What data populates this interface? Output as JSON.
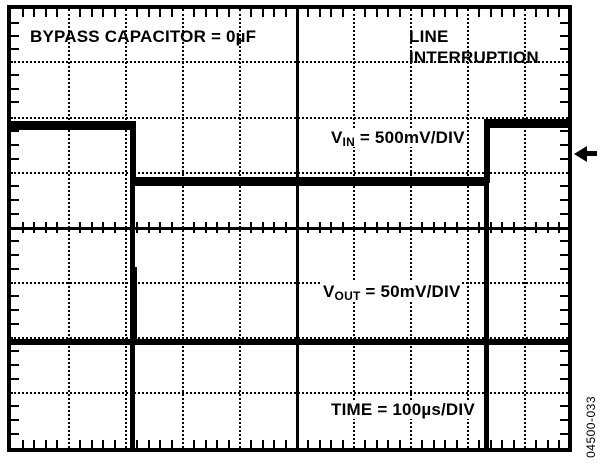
{
  "figure": {
    "id_caption": "04500-033",
    "kind": "oscilloscope-capture"
  },
  "annotations": {
    "bypass_capacitor": "BYPASS CAPACITOR = 0µF",
    "line_interruption_l1": "LINE",
    "line_interruption_l2": "INTERRUPTION",
    "vin_prefix": "V",
    "vin_sub": "IN",
    "vin_value": " = 500mV/DIV",
    "vout_prefix": "V",
    "vout_sub": "OUT",
    "vout_value": " = 50mV/DIV",
    "time_label": "TIME = 100µs/DIV"
  },
  "chart_data": {
    "type": "line",
    "title": "BYPASS CAPACITOR = 0µF",
    "annotation": "LINE INTERRUPTION",
    "xlabel": "TIME = 100µs/DIV",
    "ylabel": "",
    "grid": true,
    "divisions": {
      "horizontal": 10,
      "vertical": 8
    },
    "time_per_div": "100µs",
    "series": [
      {
        "name": "VIN",
        "scale_per_div": "500mV",
        "vertical_position_div": 6.0,
        "description": "Input supply drops one division low during the line interruption then recovers.",
        "points": [
          {
            "t_div": 0.0,
            "v_div": 0.0
          },
          {
            "t_div": 2.15,
            "v_div": 0.0
          },
          {
            "t_div": 2.15,
            "v_div": -1.0
          },
          {
            "t_div": 8.45,
            "v_div": -1.0
          },
          {
            "t_div": 8.45,
            "v_div": 0.0
          },
          {
            "t_div": 10.0,
            "v_div": 0.0
          }
        ]
      },
      {
        "name": "VOUT",
        "scale_per_div": "50mV",
        "vertical_position_div": 2.0,
        "description": "Output shows a single narrow positive glitch coincident with the interruption edge.",
        "points": [
          {
            "t_div": 0.0,
            "v_div": 0.0
          },
          {
            "t_div": 2.15,
            "v_div": 0.0
          },
          {
            "t_div": 2.17,
            "v_div": 1.35
          },
          {
            "t_div": 2.19,
            "v_div": 0.0
          },
          {
            "t_div": 10.0,
            "v_div": 0.0
          }
        ]
      }
    ],
    "cursors": [
      {
        "name": "interruption-start",
        "t_div": 2.15
      },
      {
        "name": "interruption-end",
        "t_div": 8.45
      }
    ],
    "markers": [
      {
        "name": "trigger-level-arrow",
        "side": "right",
        "v_div_from_top": 2.55
      }
    ]
  }
}
